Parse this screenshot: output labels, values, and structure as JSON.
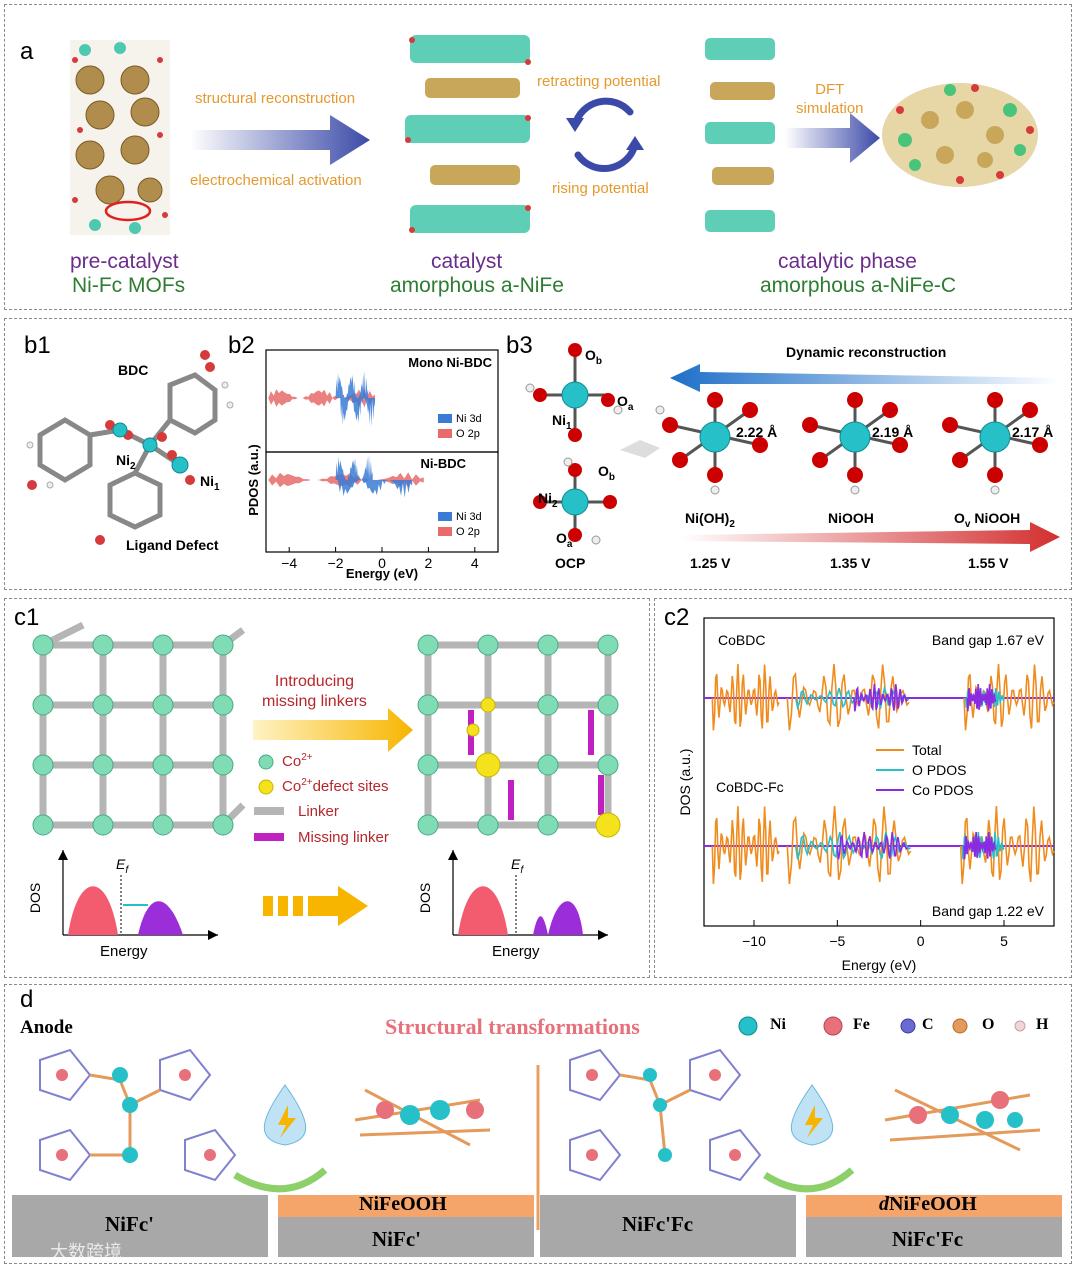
{
  "panel_a": {
    "label": "a",
    "step1": "structural reconstruction",
    "step2": "electrochemical activation",
    "cycle_top": "retracting potential",
    "cycle_bottom": "rising potential",
    "dft": "DFT\nsimulation",
    "stage1_title": "pre-catalyst",
    "stage1_sub": "Ni-Fc MOFs",
    "stage2_title": "catalyst",
    "stage2_sub": "amorphous a-NiFe",
    "stage3_title": "catalytic phase",
    "stage3_sub": "amorphous a-NiFe-C"
  },
  "panel_b1": {
    "label": "b1",
    "bdc": "BDC",
    "ni2": "Ni",
    "ni2_sub": "2",
    "ni1": "Ni",
    "ni1_sub": "1",
    "defect": "Ligand Defect"
  },
  "panel_b2": {
    "label": "b2",
    "ylabel": "PDOS (a.u.)",
    "xlabel": "Energy (eV)",
    "top_title": "Mono Ni-BDC",
    "bottom_title": "Ni-BDC",
    "legend_ni": "Ni 3d",
    "legend_o": "O  2p",
    "xticks": [
      "−4",
      "−2",
      "0",
      "2",
      "4"
    ]
  },
  "panel_b3": {
    "label": "b3",
    "dynamic": "Dynamic reconstruction",
    "ocp": "OCP",
    "ob": "O",
    "ob_sub": "b",
    "oa": "O",
    "oa_sub": "a",
    "ni1": "Ni",
    "ni1_sub": "1",
    "ni2": "Ni",
    "ni2_sub": "2",
    "species": [
      "Ni(OH)",
      "NiOOH",
      "NiOOH"
    ],
    "species_sub": [
      "2",
      "",
      ""
    ],
    "species_pre": [
      "",
      "",
      "O"
    ],
    "species_pre_sub": [
      "",
      "",
      "v"
    ],
    "bonds": [
      "2.22 Å",
      "2.19 Å",
      "2.17 Å"
    ],
    "potentials": [
      "1.25 V",
      "1.35 V",
      "1.55 V"
    ]
  },
  "panel_c1": {
    "label": "c1",
    "arrow_text": "Introducing\nmissing linkers",
    "legend": [
      "Co",
      "Co",
      "Linker",
      "Missing linker"
    ],
    "legend_sup": [
      "2+",
      "2+"
    ],
    "legend_tail": [
      "",
      "defect sites"
    ],
    "dos": "DOS",
    "energy": "Energy",
    "ef": "E",
    "ef_sub": "f"
  },
  "panel_c2": {
    "label": "c2",
    "ylabel": "DOS (a.u.)",
    "xlabel": "Energy (eV)",
    "top_name": "CoBDC",
    "top_gap": "Band gap 1.67 eV",
    "bottom_name": "CoBDC-Fc",
    "bottom_gap": "Band gap 1.22 eV",
    "legend": [
      "Total",
      "O PDOS",
      "Co PDOS"
    ],
    "xticks": [
      "−10",
      "−5",
      "0",
      "5"
    ]
  },
  "panel_d": {
    "label": "d",
    "anode": "Anode",
    "title": "Structural transformations",
    "legend": [
      "Ni",
      "Fe",
      "C",
      "O",
      "H"
    ],
    "bars": [
      "NiFc'",
      "NiFc'",
      "NiFc'Fc",
      "NiFc'Fc"
    ],
    "tops": [
      "NiFeOOH",
      "NiFeOOH"
    ],
    "top2_prefix": "d",
    "watermark": "大数跨境"
  },
  "colors": {
    "orange_text": "#e49a2e",
    "purple_text": "#6b2d8c",
    "green_text": "#2e7d32",
    "ni_blue": "#3a7bd5",
    "o_red": "#e86a6a",
    "total": "#f08c1e",
    "o_pdos": "#27c0c8",
    "co_pdos": "#8a2be2",
    "bar_gray": "#a8a8a8",
    "bar_orange": "#f6a56a"
  },
  "chart_data": [
    {
      "type": "area",
      "title": "Mono Ni-BDC / Ni-BDC PDOS",
      "xlabel": "Energy (eV)",
      "ylabel": "PDOS (a.u.)",
      "xlim": [
        -5,
        5
      ],
      "series": [
        {
          "name": "Ni 3d"
        },
        {
          "name": "O  2p"
        }
      ]
    },
    {
      "type": "line",
      "title": "CoBDC / CoBDC-Fc DOS",
      "xlabel": "Energy (eV)",
      "ylabel": "DOS (a.u.)",
      "xlim": [
        -13,
        8
      ],
      "series": [
        {
          "name": "Total"
        },
        {
          "name": "O PDOS"
        },
        {
          "name": "Co PDOS"
        }
      ]
    }
  ]
}
